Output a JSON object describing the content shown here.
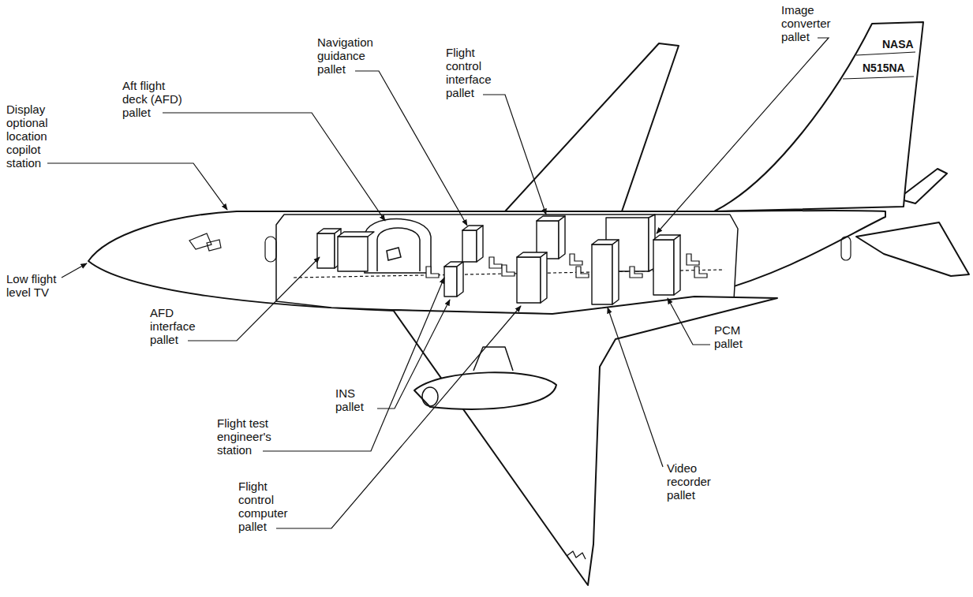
{
  "diagram": {
    "labels": [
      "Display optional location copilot station",
      "Aft flight deck (AFD) pallet",
      "Navigation guidance pallet",
      "Flight control interface pallet",
      "Image converter pallet",
      "NASA",
      "N515NA",
      "Low flight level TV",
      "AFD interface pallet",
      "INS pallet",
      "Flight test engineer's station",
      "Flight control computer pallet",
      "Video recorder pallet",
      "PCM pallet"
    ]
  }
}
